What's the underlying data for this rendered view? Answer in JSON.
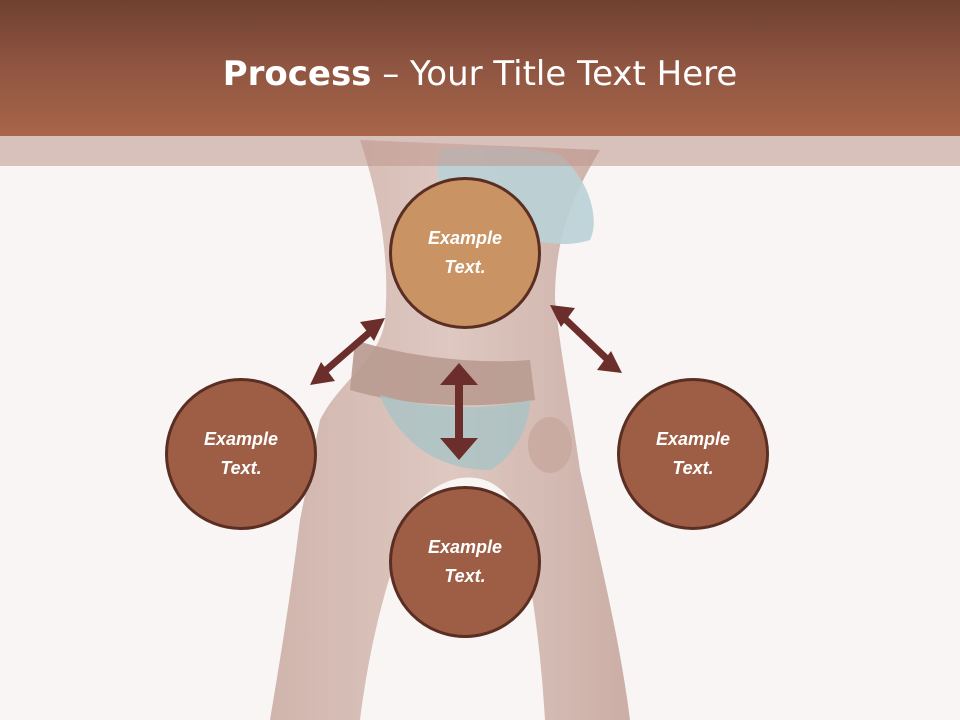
{
  "slide": {
    "title_bold": "Process",
    "title_rest": " – Your Title Text Here"
  },
  "nodes": {
    "top": {
      "line1": "Example",
      "line2": "Text."
    },
    "left": {
      "line1": "Example",
      "line2": "Text."
    },
    "right": {
      "line1": "Example",
      "line2": "Text."
    },
    "bottom": {
      "line1": "Example",
      "line2": "Text."
    }
  },
  "colors": {
    "title_bar": "#8d5440",
    "node_highlight": "#c99363",
    "node_default": "#9e5e46",
    "arrow": "#6b2e2a"
  }
}
